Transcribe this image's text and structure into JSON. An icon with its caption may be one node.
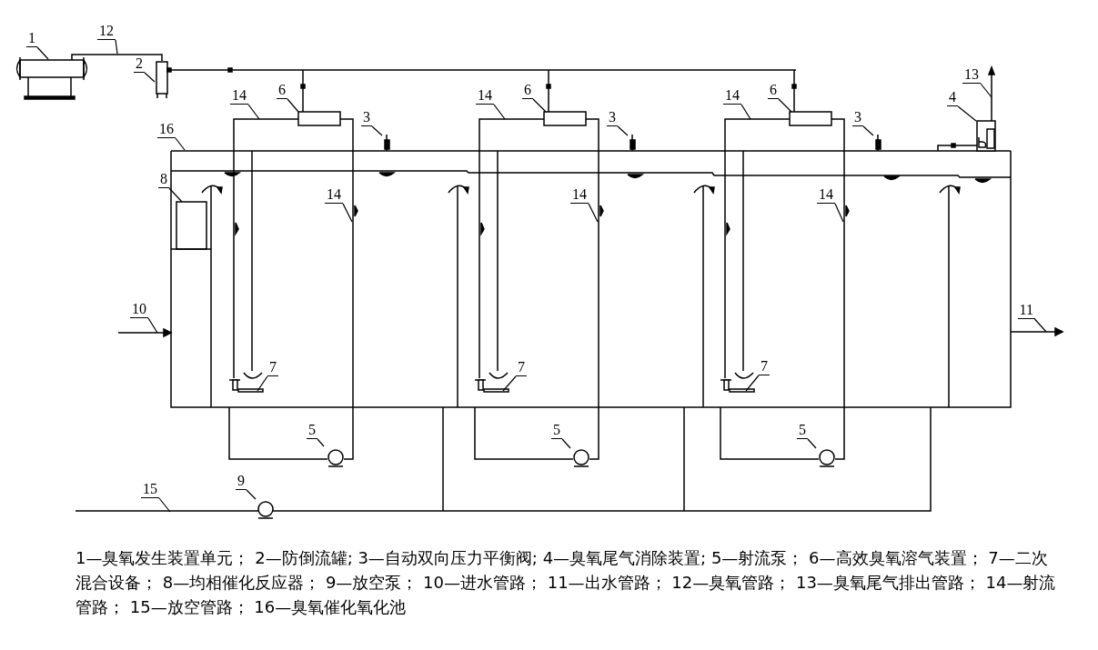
{
  "diagram": {
    "nodes": [
      {
        "text": [
          "12"
        ]
      },
      {
        "text": [
          "1"
        ]
      },
      {
        "text": [
          "2"
        ]
      },
      {
        "text": [
          "6"
        ]
      },
      {
        "text": [
          "14"
        ]
      },
      {
        "text": [
          "6"
        ]
      },
      {
        "text": [
          "14"
        ]
      },
      {
        "text": [
          "13"
        ]
      },
      {
        "text": [
          "6"
        ]
      },
      {
        "text": [
          "14"
        ]
      },
      {
        "text": [
          "4"
        ]
      },
      {
        "text": [
          "3"
        ]
      },
      {
        "text": [
          "3"
        ]
      },
      {
        "text": [
          "3"
        ]
      },
      {
        "text": [
          "16"
        ]
      },
      {
        "text": [
          "8"
        ]
      },
      {
        "text": [
          "14"
        ]
      },
      {
        "text": [
          "14"
        ]
      },
      {
        "text": [
          "14"
        ]
      },
      {
        "text": [
          "10"
        ]
      },
      {
        "text": [
          "11"
        ]
      },
      {
        "text": [
          "7"
        ]
      },
      {
        "text": [
          "7"
        ]
      },
      {
        "text": [
          "7"
        ]
      },
      {
        "text": [
          "5"
        ]
      },
      {
        "text": [
          "5"
        ]
      },
      {
        "text": [
          "5"
        ]
      },
      {
        "text": [
          "9"
        ]
      },
      {
        "text": [
          "15"
        ]
      }
    ],
    "edges": [
      {
        "from": 0,
        "to": null,
        "arrow": "none"
      },
      {
        "from": 1,
        "to": null,
        "arrow": "none"
      },
      {
        "from": 2,
        "to": null,
        "arrow": "none"
      },
      {
        "from": 3,
        "to": null,
        "arrow": "none"
      },
      {
        "from": 4,
        "to": null,
        "arrow": "none"
      },
      {
        "from": 5,
        "to": null,
        "arrow": "none"
      },
      {
        "from": 6,
        "to": null,
        "arrow": "none"
      },
      {
        "from": 7,
        "to": null,
        "arrow": "none"
      },
      {
        "from": 8,
        "to": null,
        "arrow": "none"
      },
      {
        "from": 9,
        "to": null,
        "arrow": "none"
      },
      {
        "from": 10,
        "to": null,
        "arrow": "none"
      },
      {
        "from": 11,
        "to": null,
        "arrow": "none"
      },
      {
        "from": 12,
        "to": null,
        "arrow": "none"
      },
      {
        "from": 13,
        "to": null,
        "arrow": "none"
      },
      {
        "from": 14,
        "to": null,
        "arrow": "none"
      },
      {
        "from": 15,
        "to": null,
        "arrow": "none"
      },
      {
        "from": 16,
        "to": null,
        "arrow": "none"
      },
      {
        "from": 17,
        "to": null,
        "arrow": "none"
      },
      {
        "from": 18,
        "to": null,
        "arrow": "none"
      },
      {
        "from": 19,
        "to": null,
        "arrow": "none"
      },
      {
        "from": 20,
        "to": null,
        "arrow": "none"
      },
      {
        "from": 21,
        "to": null,
        "arrow": "none"
      },
      {
        "from": 22,
        "to": null,
        "arrow": "none"
      },
      {
        "from": 23,
        "to": null,
        "arrow": "none"
      },
      {
        "from": 24,
        "to": null,
        "arrow": "none"
      },
      {
        "from": 25,
        "to": null,
        "arrow": "none"
      },
      {
        "from": 26,
        "to": null,
        "arrow": "none"
      },
      {
        "from": 27,
        "to": null,
        "arrow": "none"
      },
      {
        "from": 28,
        "to": null,
        "arrow": "none"
      }
    ],
    "labels": [
      "1—臭氧发生装置单元； 2—防倒流罐; 3—自动双向压力平衡阀; 4—臭氧尾气消除装置; 5—射流泵； 6—高效臭氧溶气装置； 7—二次混合设备； 8—均相催化反应器； 9—放空泵； 10—进水管路； 11—出水管路； 12—臭氧管路； 13—臭氧尾气排出管路； 14—射流管路； 15—放空管路； 16—臭氧催化氧化池"
    ]
  }
}
